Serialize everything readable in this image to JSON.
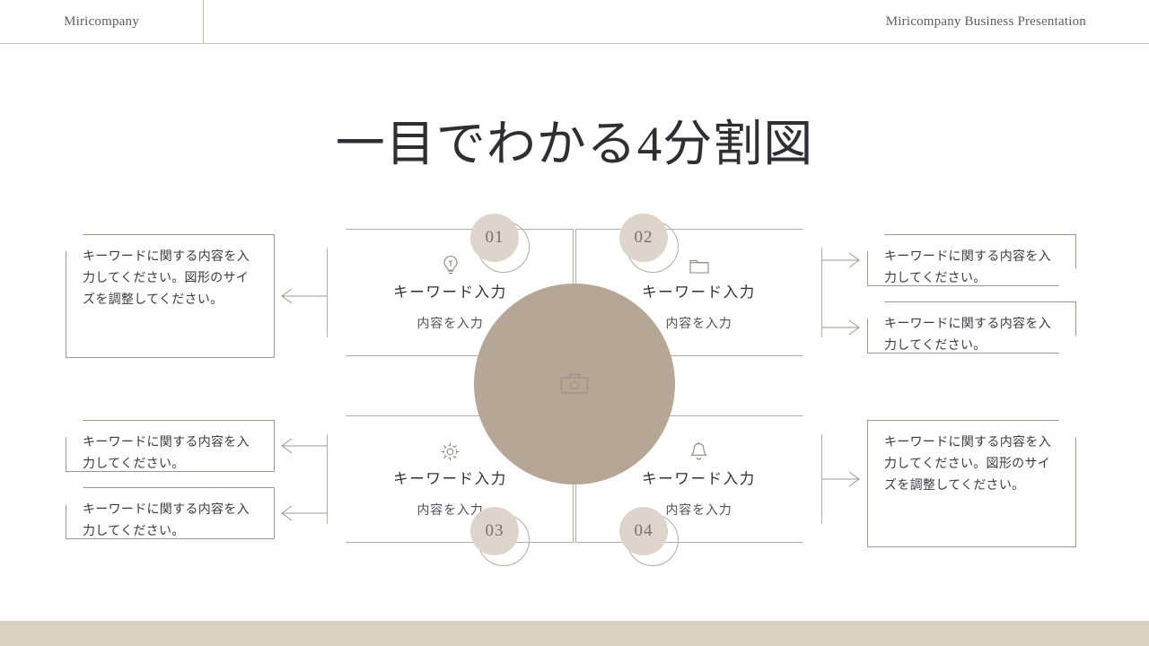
{
  "header": {
    "brand": "Miricompany",
    "title": "Miricompany Business Presentation"
  },
  "slide": {
    "title": "一目でわかる4分割図"
  },
  "colors": {
    "center_circle": "#b5a695",
    "badge_fill": "#ddd5cb",
    "bottom_bar": "#d9d2c3",
    "outline": "#b0aca6",
    "text": "#2f2f33"
  },
  "center": {
    "icon": "camera-icon"
  },
  "cards": [
    {
      "number": "01",
      "icon": "lightbulb-icon",
      "keyword": "キーワード入力",
      "subtext": "内容を入力"
    },
    {
      "number": "02",
      "icon": "folder-icon",
      "keyword": "キーワード入力",
      "subtext": "内容を入力"
    },
    {
      "number": "03",
      "icon": "gear-icon",
      "keyword": "キーワード入力",
      "subtext": "内容を入力"
    },
    {
      "number": "04",
      "icon": "bell-icon",
      "keyword": "キーワード入力",
      "subtext": "内容を入力"
    }
  ],
  "textboxes": {
    "left_top": "キーワードに関する内容を入力してください。図形のサイズを調整してください。",
    "left_mid": "キーワードに関する内容を入力してください。",
    "left_bottom": "キーワードに関する内容を入力してください。",
    "right_top": "キーワードに関する内容を入力してください。",
    "right_mid": "キーワードに関する内容を入力してください。",
    "right_bottom": "キーワードに関する内容を入力してください。図形のサイズを調整してください。"
  }
}
